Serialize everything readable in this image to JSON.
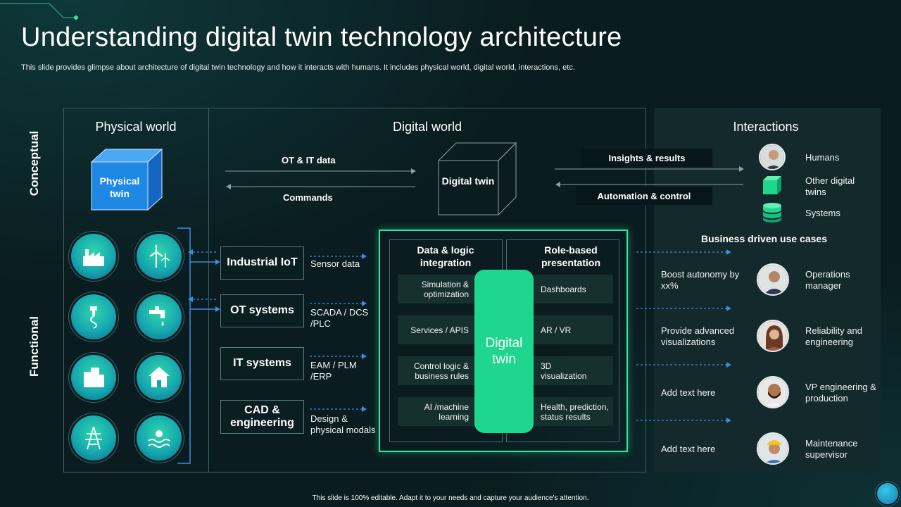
{
  "title": "Understanding digital twin technology architecture",
  "subtitle": "This slide provides glimpse about architecture of digital twin technology and how it interacts with humans. It includes physical world, digital world, interactions, etc.",
  "row_labels": {
    "conceptual": "Conceptual",
    "functional": "Functional"
  },
  "sections": {
    "physical": "Physical world",
    "digital": "Digital world",
    "interactions": "Interactions"
  },
  "physical_twin": "Physical twin",
  "digital_twin_box": "Digital twin",
  "data_flow": {
    "ot_it": "OT & IT data",
    "commands": "Commands"
  },
  "interaction_flow": {
    "insights": "Insights  & results",
    "automation": "Automation & control"
  },
  "interaction_items": [
    {
      "label": "Humans",
      "icon": "human-avatar"
    },
    {
      "label": "Other digital twins",
      "icon": "green-cube-icon"
    },
    {
      "label": "Systems",
      "icon": "database-icon"
    }
  ],
  "physical_icons": [
    "factory-icon",
    "wind-turbine-icon",
    "oil-pump-icon",
    "water-tap-icon",
    "office-building-icon",
    "house-icon",
    "power-tower-icon",
    "solar-water-icon"
  ],
  "systems": [
    {
      "label": "Industrial IoT",
      "note": "Sensor data"
    },
    {
      "label": "OT systems",
      "note": "SCADA / DCS /PLC"
    },
    {
      "label": "IT systems",
      "note": "EAM / PLM /ERP"
    },
    {
      "label": "CAD & engineering",
      "note": "Design & physical modals"
    }
  ],
  "dt_core": {
    "left_header": "Data & logic integration",
    "right_header": "Role-based presentation",
    "center": "Digital twin",
    "left_items": [
      "Simulation & optimization",
      "Services / APIS",
      "Control logic & business rules",
      "AI /machine learning"
    ],
    "right_items": [
      "Dashboards",
      "AR / VR",
      "3D visualization",
      "Health, prediction, status results"
    ]
  },
  "use_cases_title": "Business driven use cases",
  "use_cases": [
    {
      "text": "Boost autonomy by xx%",
      "role": "Operations manager"
    },
    {
      "text": "Provide  advanced visualizations",
      "role": "Reliability and engineering"
    },
    {
      "text": "Add text here",
      "role": "VP engineering & production"
    },
    {
      "text": "Add text here",
      "role": "Maintenance supervisor"
    }
  ],
  "footer": "This slide is 100% editable.  Adapt it to your needs and capture your audience's attention.",
  "colors": {
    "background": "#0a1c1f",
    "accent_green": "#1ed68e",
    "arrow_blue": "#3a8ee0",
    "cube_blue": "#1e88e5"
  }
}
